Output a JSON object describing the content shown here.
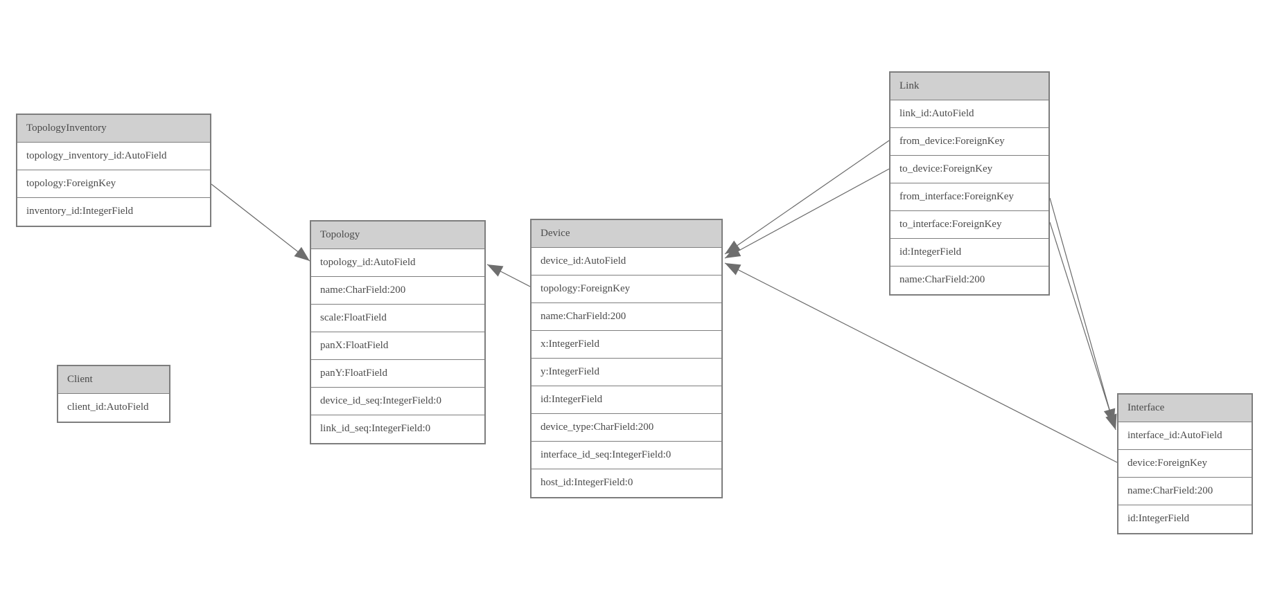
{
  "entities": {
    "topology_inventory": {
      "title": "TopologyInventory",
      "fields": [
        "topology_inventory_id:AutoField",
        "topology:ForeignKey",
        "inventory_id:IntegerField"
      ]
    },
    "client": {
      "title": "Client",
      "fields": [
        "client_id:AutoField"
      ]
    },
    "topology": {
      "title": "Topology",
      "fields": [
        "topology_id:AutoField",
        "name:CharField:200",
        "scale:FloatField",
        "panX:FloatField",
        "panY:FloatField",
        "device_id_seq:IntegerField:0",
        "link_id_seq:IntegerField:0"
      ]
    },
    "device": {
      "title": "Device",
      "fields": [
        "device_id:AutoField",
        "topology:ForeignKey",
        "name:CharField:200",
        "x:IntegerField",
        "y:IntegerField",
        "id:IntegerField",
        "device_type:CharField:200",
        "interface_id_seq:IntegerField:0",
        "host_id:IntegerField:0"
      ]
    },
    "link": {
      "title": "Link",
      "fields": [
        "link_id:AutoField",
        "from_device:ForeignKey",
        "to_device:ForeignKey",
        "from_interface:ForeignKey",
        "to_interface:ForeignKey",
        "id:IntegerField",
        "name:CharField:200"
      ]
    },
    "interface": {
      "title": "Interface",
      "fields": [
        "interface_id:AutoField",
        "device:ForeignKey",
        "name:CharField:200",
        "id:IntegerField"
      ]
    }
  },
  "connections": [
    {
      "from_entity": "TopologyInventory",
      "from_field": "topology",
      "to_entity": "Topology"
    },
    {
      "from_entity": "Device",
      "from_field": "topology",
      "to_entity": "Topology"
    },
    {
      "from_entity": "Link",
      "from_field": "from_device",
      "to_entity": "Device"
    },
    {
      "from_entity": "Link",
      "from_field": "to_device",
      "to_entity": "Device"
    },
    {
      "from_entity": "Interface",
      "from_field": "device",
      "to_entity": "Device"
    },
    {
      "from_entity": "Link",
      "from_field": "from_interface",
      "to_entity": "Interface"
    },
    {
      "from_entity": "Link",
      "from_field": "to_interface",
      "to_entity": "Interface"
    }
  ],
  "colors": {
    "header_fill": "#d0d0d0",
    "border": "#7d7d7d",
    "line": "#696969",
    "arrow_fill": "#6e6e6e",
    "text": "#4a4a4a",
    "background": "#ffffff"
  }
}
